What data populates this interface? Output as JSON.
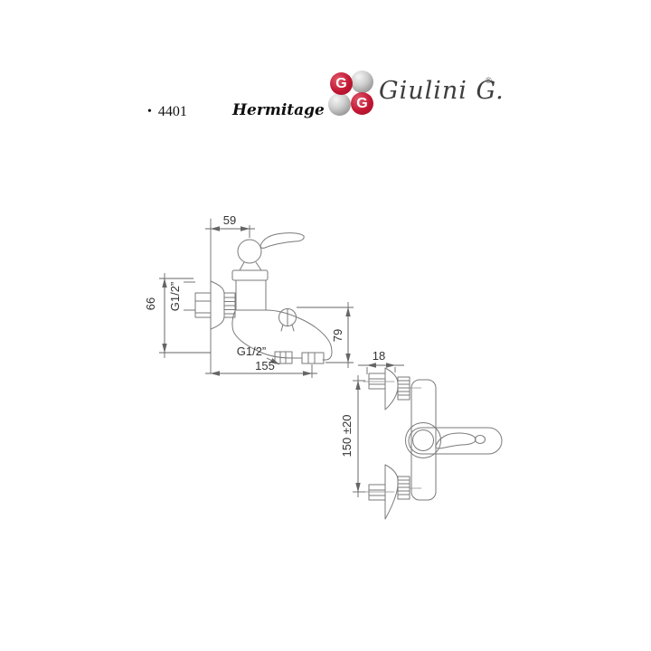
{
  "header": {
    "model_bullet": "•",
    "model_number": "4401",
    "series_name": "Hermitage"
  },
  "brand": {
    "logo_text": "Giulini G.",
    "registered_mark": "®",
    "sphere_letter": "G",
    "colors": {
      "red": "#c21734",
      "silver": "#b9b9b9",
      "ink": "#3d3d3d"
    }
  },
  "drawings": {
    "line_color": "#7a7a7a",
    "bath_mixer_side_view": {
      "dim_top_width": "59",
      "dim_left_height": "66",
      "wall_thread_label": "G1/2”",
      "handshower_thread_label": "G1/2”",
      "dim_bottom_width": "155",
      "dim_right_height": "79"
    },
    "shower_mixer_front_view": {
      "dim_top_width": "18",
      "dim_interaxis": "150 ±20"
    }
  }
}
